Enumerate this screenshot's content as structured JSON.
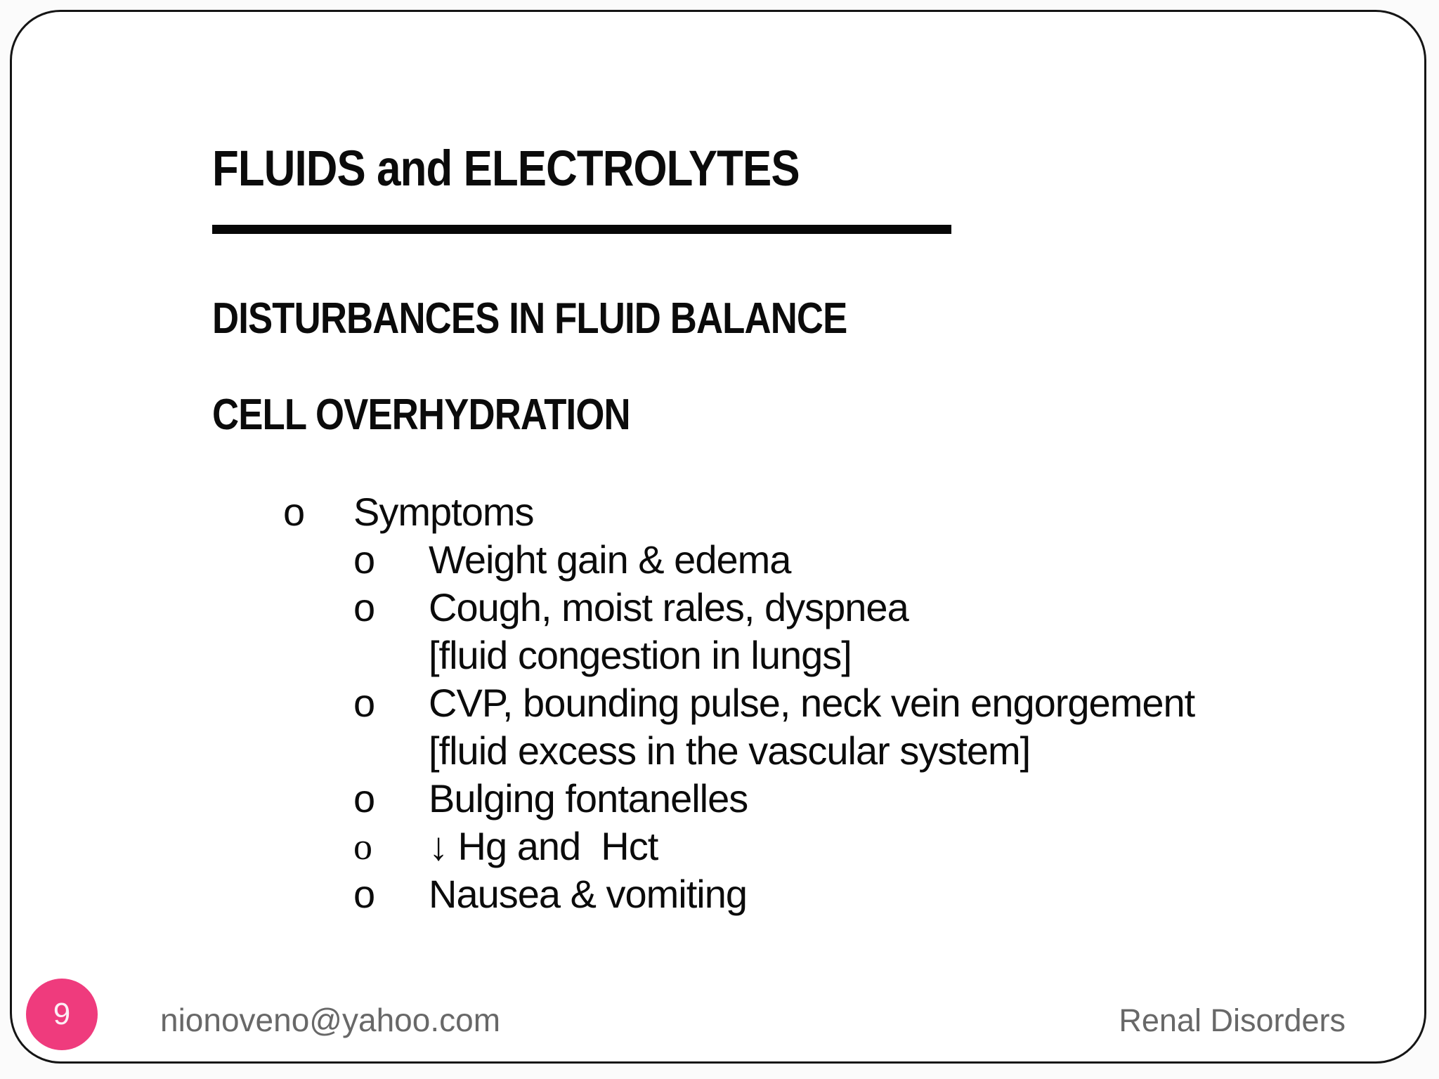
{
  "slide": {
    "title": "FLUIDS and ELECTROLYTES",
    "heading1": "DISTURBANCES IN FLUID BALANCE",
    "heading2": "CELL OVERHYDRATION",
    "bullets": [
      {
        "level": 1,
        "marker": "o",
        "text": "Symptoms"
      },
      {
        "level": 2,
        "marker": "o",
        "text": "Weight gain & edema"
      },
      {
        "level": 2,
        "marker": "o",
        "text": "Cough, moist rales, dyspnea"
      },
      {
        "level": 2,
        "marker": "",
        "text": "[fluid congestion in lungs]"
      },
      {
        "level": 2,
        "marker": "o",
        "text": "CVP, bounding pulse, neck vein engorgement"
      },
      {
        "level": 2,
        "marker": "",
        "text": "[fluid excess in the vascular system]"
      },
      {
        "level": 2,
        "marker": "o",
        "text": "Bulging fontanelles"
      },
      {
        "level": 2,
        "marker": "o",
        "marker_style": "serif",
        "text": "↓ Hg and  Hct"
      },
      {
        "level": 2,
        "marker": "o",
        "text": "Nausea & vomiting"
      }
    ],
    "footer": {
      "page_number": "9",
      "email": "nionoveno@yahoo.com",
      "deck_title": "Renal Disorders"
    },
    "colors": {
      "page_number_bg": "#ef3b7d",
      "footer_text": "#686868",
      "text": "#0b0b0b",
      "border": "#151515"
    }
  }
}
